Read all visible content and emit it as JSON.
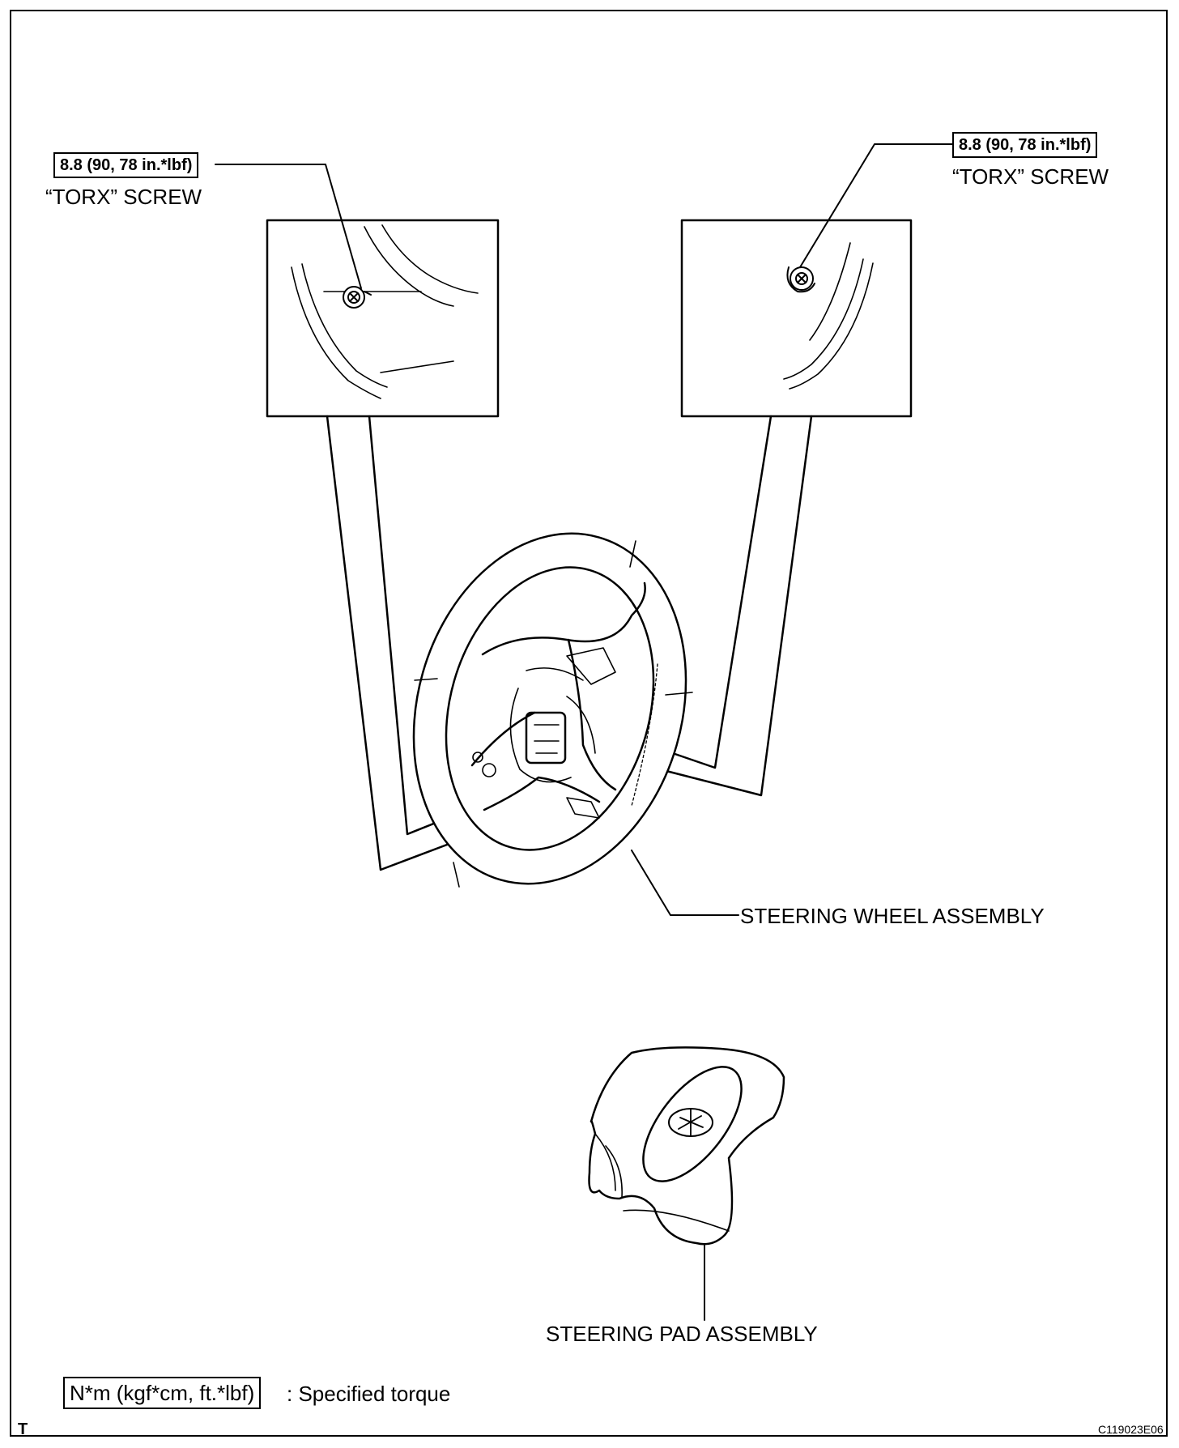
{
  "callouts": {
    "left_torque": "8.8 (90, 78 in.*lbf)",
    "left_screw": "“TORX” SCREW",
    "right_torque": "8.8 (90, 78 in.*lbf)",
    "right_screw": "“TORX” SCREW",
    "steering_wheel": "STEERING WHEEL ASSEMBLY",
    "steering_pad": "STEERING PAD ASSEMBLY"
  },
  "legend": {
    "box_text": "N*m (kgf*cm, ft.*lbf)",
    "desc": ": Specified torque"
  },
  "corner_mark": "T",
  "figure_code": "C119023E06"
}
